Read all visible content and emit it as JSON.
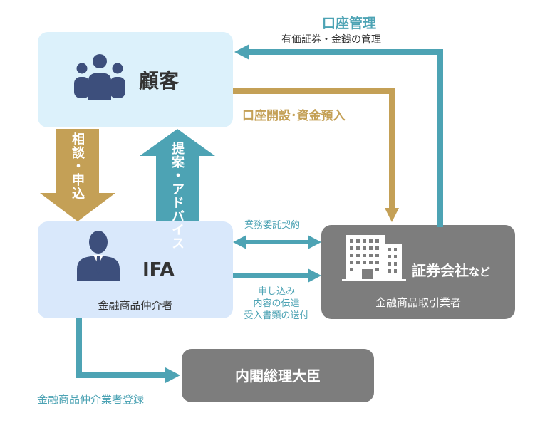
{
  "account_management": {
    "title": "口座管理",
    "subtitle": "有価証券・金銭の管理"
  },
  "account_opening": "口座開設･資金預入",
  "customer": {
    "label": "顧客"
  },
  "consult_label": "相談・申込",
  "proposal_label": "提案・アドバイス",
  "outsourcing_contract": "業務委託契約",
  "transmission": {
    "line1": "申し込み",
    "line2": "内容の伝達",
    "line3": "受入書類の送付"
  },
  "ifa": {
    "label": "IFA",
    "sub": "金融商品仲介者"
  },
  "broker": {
    "label": "証券会社",
    "suffix": "など",
    "sub": "金融商品取引業者"
  },
  "minister": {
    "label": "内閣総理大臣"
  },
  "registration": "金融商品仲介業者登録",
  "colors": {
    "teal": "#4da3b4",
    "gold": "#c4a056",
    "customer_box": "#dcf1fb",
    "ifa_box": "#d9e8fb",
    "gray_box": "#7d7d7d",
    "navy_icon": "#3d4f7c"
  }
}
